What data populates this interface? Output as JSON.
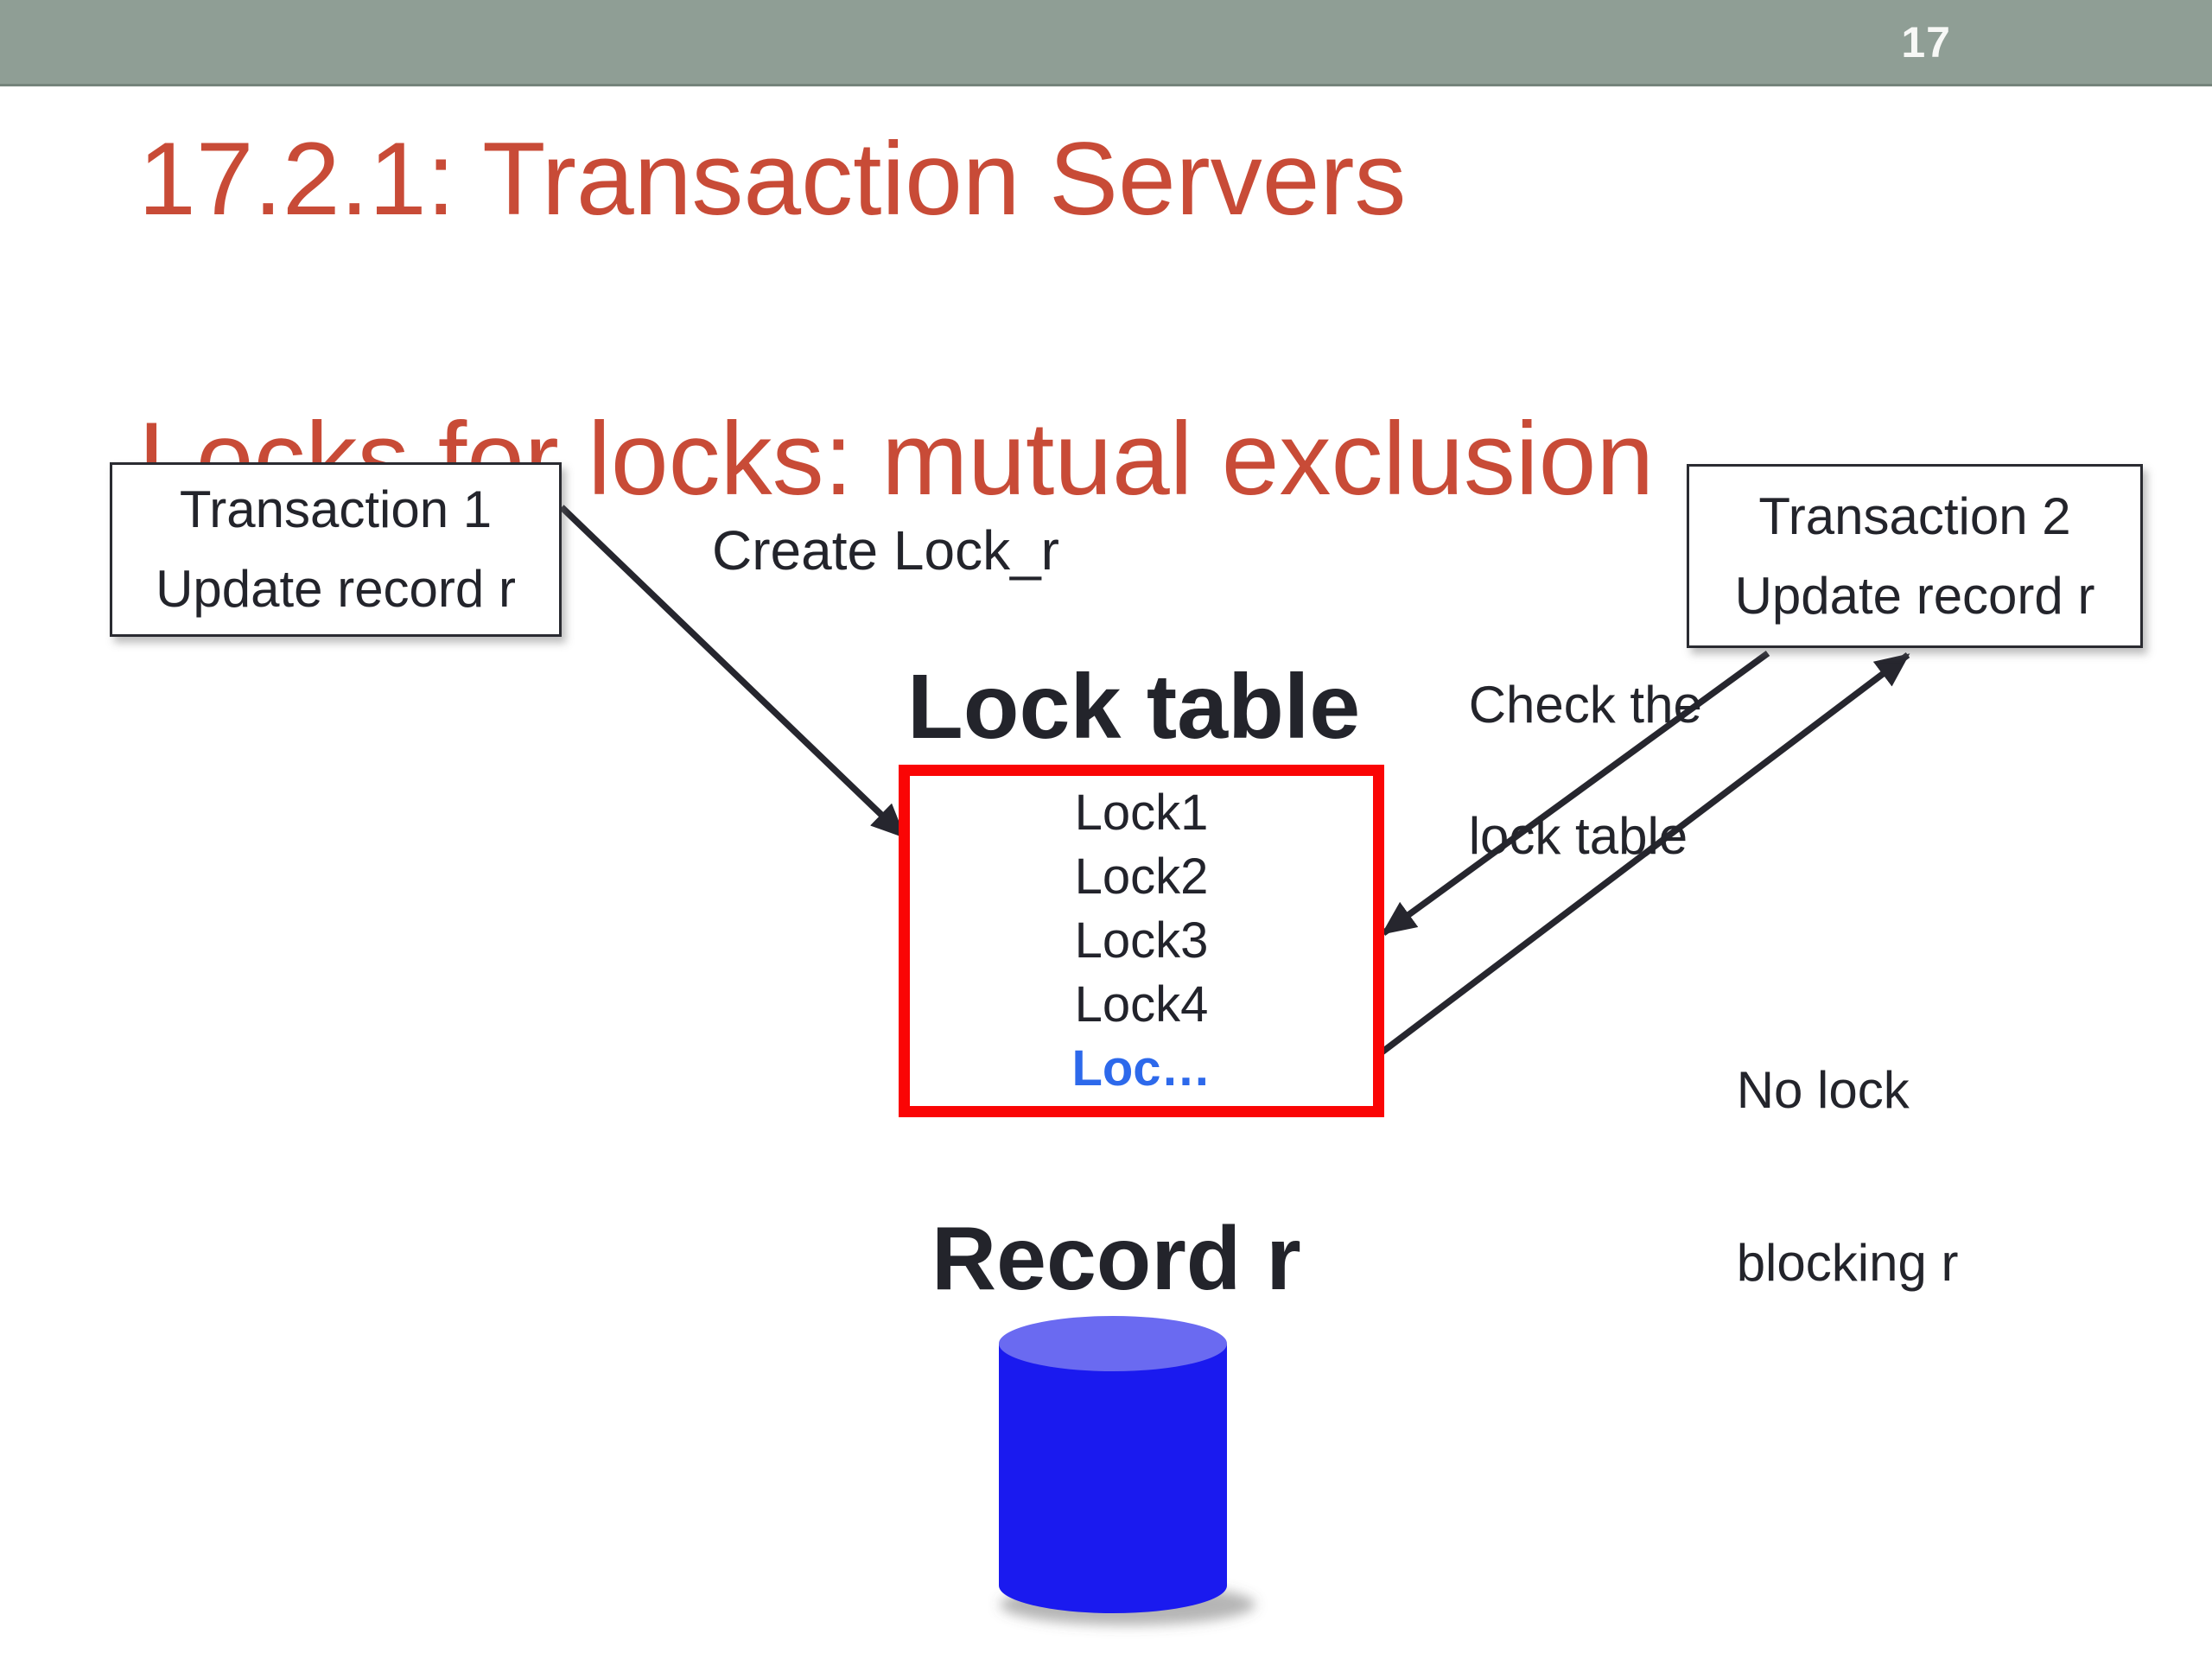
{
  "slide": {
    "page_number": "17",
    "title_line1": "17.2.1: Transaction Servers",
    "title_line2": "Locks for locks: mutual exclusion"
  },
  "transaction1": {
    "line1": "Transaction 1",
    "line2": "Update record r"
  },
  "transaction2": {
    "line1": "Transaction 2",
    "line2": "Update record r"
  },
  "annotations": {
    "create_lock": "Create Lock_r",
    "check_line1": "Check the",
    "check_line2": "lock table",
    "no_lock_line1": "No lock",
    "no_lock_line2": "blocking r"
  },
  "lock_table": {
    "heading": "Lock table",
    "entries": [
      "Lock1",
      "Lock2",
      "Lock3",
      "Lock4",
      "Loc…"
    ]
  },
  "record": {
    "heading": "Record r"
  },
  "colors": {
    "topbar_bg": "#8F9E95",
    "title_red": "#C84B37",
    "lockbox_border_red": "#FA0505",
    "highlight_blue": "#2D69EB",
    "arrow_dark": "#26262E",
    "cylinder_body_blue": "#1A1AEF",
    "cylinder_top_blue": "#6A6AF1"
  }
}
